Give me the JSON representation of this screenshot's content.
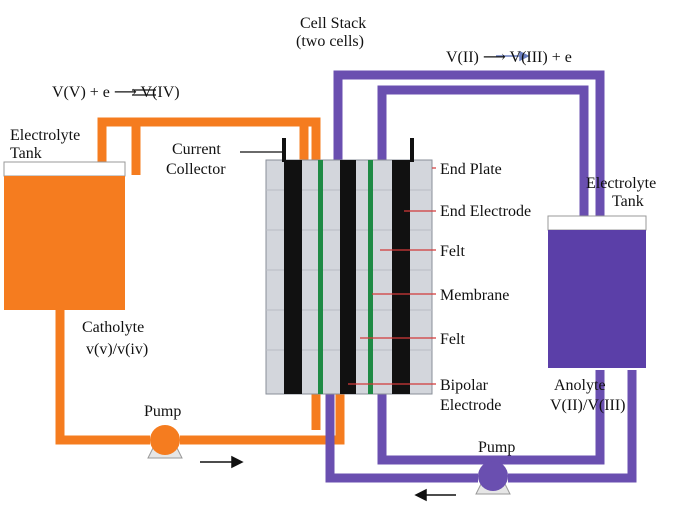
{
  "labels": {
    "cell_stack_line1": "Cell Stack",
    "cell_stack_line2": "(two cells)",
    "reaction_anolyte": "V(II) ⟶ V(III) + e",
    "reaction_catholyte": "V(V) + e ⟶ V(IV)",
    "tank_left_line1": "Electrolyte",
    "tank_left_line2": "Tank",
    "current_collector_line1": "Current",
    "current_collector_line2": "Collector",
    "end_plate": "End Plate",
    "end_electrode": "End Electrode",
    "felt_top": "Felt",
    "membrane": "Membrane",
    "felt_bottom": "Felt",
    "bipolar_line1": "Bipolar",
    "bipolar_line2": "Electrode",
    "tank_right_line1": "Electrolyte",
    "tank_right_line2": "Tank",
    "catholyte_line1": "Catholyte",
    "catholyte_line2": "v(v)/v(iv)",
    "anolyte_line1": "Anolyte",
    "anolyte_line2": "V(II)/V(III)",
    "pump_left": "Pump",
    "pump_right": "Pump"
  },
  "colors": {
    "catholyte": "#f57c1f",
    "anolyte": "#6a4fb0",
    "anolyte_tank": "#5b3fa8",
    "stack_body": "#d3d6dc",
    "electrode": "#111111",
    "membrane": "#1e8a44",
    "leader": "#d23a3a"
  }
}
